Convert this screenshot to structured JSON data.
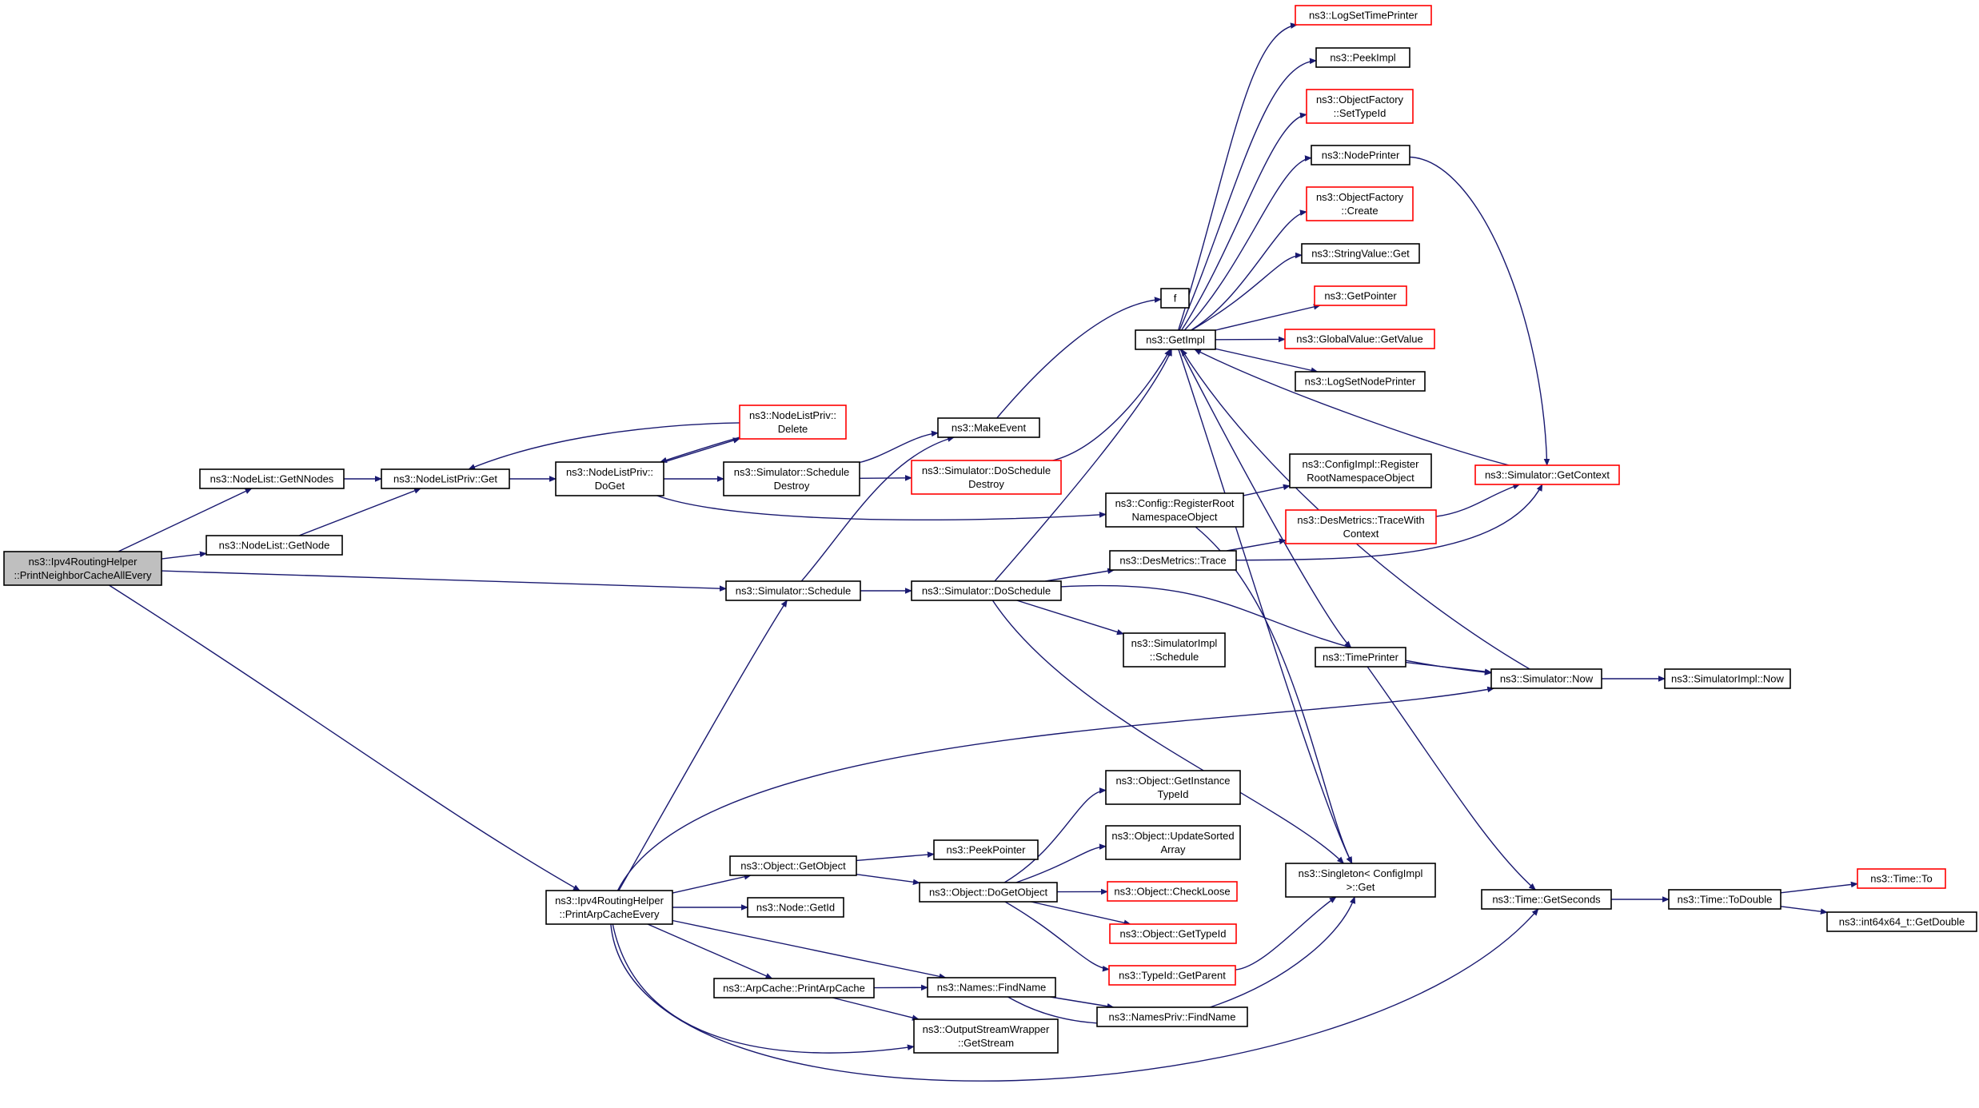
{
  "colors": {
    "edge": "#191970",
    "node_border": "#000000",
    "node_border_truncated": "#ff0000",
    "node_fill": "#ffffff",
    "root_fill": "#bfbfbf",
    "text": "#000000"
  },
  "nodes": [
    {
      "id": "root",
      "lines": [
        "ns3::Ipv4RoutingHelper",
        "::PrintNeighborCacheAllEvery"
      ],
      "style": "root"
    },
    {
      "id": "getnnodes",
      "lines": [
        "ns3::NodeList::GetNNodes"
      ],
      "style": "normal"
    },
    {
      "id": "getnode",
      "lines": [
        "ns3::NodeList::GetNode"
      ],
      "style": "normal"
    },
    {
      "id": "nlp_get",
      "lines": [
        "ns3::NodeListPriv::Get"
      ],
      "style": "normal"
    },
    {
      "id": "nlp_doget",
      "lines": [
        "ns3::NodeListPriv::",
        "DoGet"
      ],
      "style": "normal"
    },
    {
      "id": "nlp_delete",
      "lines": [
        "ns3::NodeListPriv::",
        "Delete"
      ],
      "style": "truncated"
    },
    {
      "id": "sim_scheddestroy",
      "lines": [
        "ns3::Simulator::Schedule",
        "Destroy"
      ],
      "style": "normal"
    },
    {
      "id": "sim_doscheddestroy",
      "lines": [
        "ns3::Simulator::DoSchedule",
        "Destroy"
      ],
      "style": "truncated"
    },
    {
      "id": "makeevent",
      "lines": [
        "ns3::MakeEvent"
      ],
      "style": "normal"
    },
    {
      "id": "f",
      "lines": [
        "f"
      ],
      "style": "normal"
    },
    {
      "id": "getimpl",
      "lines": [
        "ns3::GetImpl"
      ],
      "style": "normal"
    },
    {
      "id": "logsettimeprinter",
      "lines": [
        "ns3::LogSetTimePrinter"
      ],
      "style": "truncated"
    },
    {
      "id": "peekimpl",
      "lines": [
        "ns3::PeekImpl"
      ],
      "style": "normal"
    },
    {
      "id": "of_settypeid",
      "lines": [
        "ns3::ObjectFactory",
        "::SetTypeId"
      ],
      "style": "truncated"
    },
    {
      "id": "nodeprinter",
      "lines": [
        "ns3::NodePrinter"
      ],
      "style": "normal"
    },
    {
      "id": "of_create",
      "lines": [
        "ns3::ObjectFactory",
        "::Create"
      ],
      "style": "truncated"
    },
    {
      "id": "stringvalue_get",
      "lines": [
        "ns3::StringValue::Get"
      ],
      "style": "normal"
    },
    {
      "id": "getpointer",
      "lines": [
        "ns3::GetPointer"
      ],
      "style": "truncated"
    },
    {
      "id": "globalvalue_getvalue",
      "lines": [
        "ns3::GlobalValue::GetValue"
      ],
      "style": "truncated"
    },
    {
      "id": "logsetnodeprinter",
      "lines": [
        "ns3::LogSetNodePrinter"
      ],
      "style": "normal"
    },
    {
      "id": "cfg_registerroot",
      "lines": [
        "ns3::Config::RegisterRoot",
        "NamespaceObject"
      ],
      "style": "normal"
    },
    {
      "id": "cfgimpl_registerroot",
      "lines": [
        "ns3::ConfigImpl::Register",
        "RootNamespaceObject"
      ],
      "style": "normal"
    },
    {
      "id": "sim_getcontext",
      "lines": [
        "ns3::Simulator::GetContext"
      ],
      "style": "truncated"
    },
    {
      "id": "desmetrics_tracewith",
      "lines": [
        "ns3::DesMetrics::TraceWith",
        "Context"
      ],
      "style": "truncated"
    },
    {
      "id": "desmetrics_trace",
      "lines": [
        "ns3::DesMetrics::Trace"
      ],
      "style": "normal"
    },
    {
      "id": "sim_schedule",
      "lines": [
        "ns3::Simulator::Schedule"
      ],
      "style": "normal"
    },
    {
      "id": "sim_doschedule",
      "lines": [
        "ns3::Simulator::DoSchedule"
      ],
      "style": "normal"
    },
    {
      "id": "simimpl_schedule",
      "lines": [
        "ns3::SimulatorImpl",
        "::Schedule"
      ],
      "style": "normal"
    },
    {
      "id": "timeprinter",
      "lines": [
        "ns3::TimePrinter"
      ],
      "style": "normal"
    },
    {
      "id": "sim_now",
      "lines": [
        "ns3::Simulator::Now"
      ],
      "style": "normal"
    },
    {
      "id": "simimpl_now",
      "lines": [
        "ns3::SimulatorImpl::Now"
      ],
      "style": "normal"
    },
    {
      "id": "printarpcacheevery",
      "lines": [
        "ns3::Ipv4RoutingHelper",
        "::PrintArpCacheEvery"
      ],
      "style": "normal"
    },
    {
      "id": "obj_getobject",
      "lines": [
        "ns3::Object::GetObject"
      ],
      "style": "normal"
    },
    {
      "id": "peekpointer",
      "lines": [
        "ns3::PeekPointer"
      ],
      "style": "normal"
    },
    {
      "id": "obj_dogetobject",
      "lines": [
        "ns3::Object::DoGetObject"
      ],
      "style": "normal"
    },
    {
      "id": "obj_getinstancetypeid",
      "lines": [
        "ns3::Object::GetInstance",
        "TypeId"
      ],
      "style": "normal"
    },
    {
      "id": "obj_updatesorted",
      "lines": [
        "ns3::Object::UpdateSorted",
        "Array"
      ],
      "style": "normal"
    },
    {
      "id": "obj_checkloose",
      "lines": [
        "ns3::Object::CheckLoose"
      ],
      "style": "truncated"
    },
    {
      "id": "obj_gettypeid",
      "lines": [
        "ns3::Object::GetTypeId"
      ],
      "style": "truncated"
    },
    {
      "id": "typeid_getparent",
      "lines": [
        "ns3::TypeId::GetParent"
      ],
      "style": "truncated"
    },
    {
      "id": "singleton_get",
      "lines": [
        "ns3::Singleton< ConfigImpl",
        " >::Get"
      ],
      "style": "normal"
    },
    {
      "id": "node_getid",
      "lines": [
        "ns3::Node::GetId"
      ],
      "style": "normal"
    },
    {
      "id": "arpcache_print",
      "lines": [
        "ns3::ArpCache::PrintArpCache"
      ],
      "style": "normal"
    },
    {
      "id": "names_findname",
      "lines": [
        "ns3::Names::FindName"
      ],
      "style": "normal"
    },
    {
      "id": "namespriv_findname",
      "lines": [
        "ns3::NamesPriv::FindName"
      ],
      "style": "normal"
    },
    {
      "id": "osw_getstream",
      "lines": [
        "ns3::OutputStreamWrapper",
        "::GetStream"
      ],
      "style": "normal"
    },
    {
      "id": "time_getseconds",
      "lines": [
        "ns3::Time::GetSeconds"
      ],
      "style": "normal"
    },
    {
      "id": "time_todouble",
      "lines": [
        "ns3::Time::ToDouble"
      ],
      "style": "normal"
    },
    {
      "id": "time_to",
      "lines": [
        "ns3::Time::To"
      ],
      "style": "truncated"
    },
    {
      "id": "int64x64_getdouble",
      "lines": [
        "ns3::int64x64_t::GetDouble"
      ],
      "style": "normal"
    }
  ],
  "edges": [
    [
      "root",
      "getnnodes"
    ],
    [
      "root",
      "getnode"
    ],
    [
      "root",
      "sim_schedule"
    ],
    [
      "root",
      "printarpcacheevery"
    ],
    [
      "getnnodes",
      "nlp_get"
    ],
    [
      "getnode",
      "nlp_get"
    ],
    [
      "nlp_get",
      "nlp_doget"
    ],
    [
      "nlp_doget",
      "nlp_delete"
    ],
    [
      "nlp_delete",
      "nlp_get"
    ],
    [
      "nlp_delete",
      "nlp_doget"
    ],
    [
      "nlp_doget",
      "sim_scheddestroy"
    ],
    [
      "nlp_doget",
      "cfg_registerroot"
    ],
    [
      "sim_scheddestroy",
      "sim_doscheddestroy"
    ],
    [
      "sim_scheddestroy",
      "makeevent"
    ],
    [
      "makeevent",
      "f"
    ],
    [
      "sim_doscheddestroy",
      "getimpl"
    ],
    [
      "getimpl",
      "logsettimeprinter"
    ],
    [
      "getimpl",
      "peekimpl"
    ],
    [
      "getimpl",
      "of_settypeid"
    ],
    [
      "getimpl",
      "nodeprinter"
    ],
    [
      "getimpl",
      "of_create"
    ],
    [
      "getimpl",
      "stringvalue_get"
    ],
    [
      "getimpl",
      "getpointer"
    ],
    [
      "getimpl",
      "globalvalue_getvalue"
    ],
    [
      "getimpl",
      "logsetnodeprinter"
    ],
    [
      "getimpl",
      "timeprinter"
    ],
    [
      "getimpl",
      "singleton_get"
    ],
    [
      "nodeprinter",
      "sim_getcontext"
    ],
    [
      "sim_getcontext",
      "getimpl"
    ],
    [
      "sim_now",
      "getimpl"
    ],
    [
      "cfg_registerroot",
      "cfgimpl_registerroot"
    ],
    [
      "cfg_registerroot",
      "singleton_get"
    ],
    [
      "sim_schedule",
      "sim_doschedule"
    ],
    [
      "sim_schedule",
      "makeevent"
    ],
    [
      "sim_doschedule",
      "getimpl"
    ],
    [
      "sim_doschedule",
      "desmetrics_trace"
    ],
    [
      "sim_doschedule",
      "simimpl_schedule"
    ],
    [
      "sim_doschedule",
      "sim_now"
    ],
    [
      "sim_doschedule",
      "singleton_get"
    ],
    [
      "desmetrics_trace",
      "desmetrics_tracewith"
    ],
    [
      "desmetrics_trace",
      "sim_getcontext"
    ],
    [
      "desmetrics_tracewith",
      "sim_getcontext"
    ],
    [
      "timeprinter",
      "sim_now"
    ],
    [
      "timeprinter",
      "time_getseconds"
    ],
    [
      "sim_now",
      "simimpl_now"
    ],
    [
      "printarpcacheevery",
      "sim_schedule"
    ],
    [
      "printarpcacheevery",
      "sim_now"
    ],
    [
      "printarpcacheevery",
      "obj_getobject"
    ],
    [
      "printarpcacheevery",
      "node_getid"
    ],
    [
      "printarpcacheevery",
      "arpcache_print"
    ],
    [
      "printarpcacheevery",
      "names_findname"
    ],
    [
      "printarpcacheevery",
      "osw_getstream"
    ],
    [
      "printarpcacheevery",
      "time_getseconds"
    ],
    [
      "obj_getobject",
      "peekpointer"
    ],
    [
      "obj_getobject",
      "obj_dogetobject"
    ],
    [
      "obj_dogetobject",
      "obj_getinstancetypeid"
    ],
    [
      "obj_dogetobject",
      "obj_updatesorted"
    ],
    [
      "obj_dogetobject",
      "obj_checkloose"
    ],
    [
      "obj_dogetobject",
      "obj_gettypeid"
    ],
    [
      "obj_dogetobject",
      "typeid_getparent"
    ],
    [
      "typeid_getparent",
      "singleton_get"
    ],
    [
      "arpcache_print",
      "names_findname"
    ],
    [
      "arpcache_print",
      "osw_getstream"
    ],
    [
      "names_findname",
      "namespriv_findname"
    ],
    [
      "names_findname",
      "singleton_get"
    ],
    [
      "time_getseconds",
      "time_todouble"
    ],
    [
      "time_todouble",
      "time_to"
    ],
    [
      "time_todouble",
      "int64x64_getdouble"
    ]
  ]
}
